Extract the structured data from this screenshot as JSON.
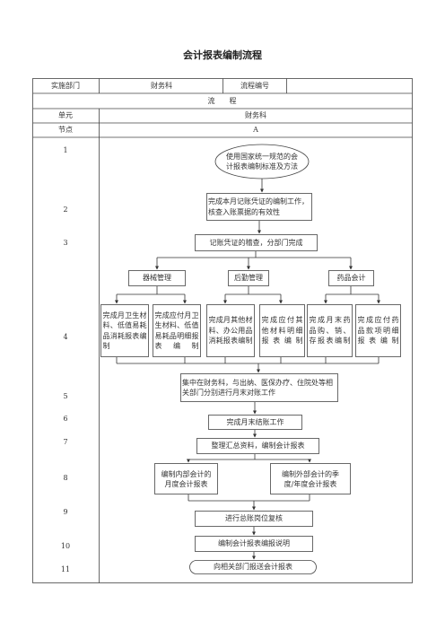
{
  "title": "会计报表编制流程",
  "header": {
    "dept_label": "实施部门",
    "dept_value": "财务科",
    "code_label": "流程编号",
    "code_value": ""
  },
  "flow_label": "流　　程",
  "unit_label": "单元",
  "unit_value": "财务科",
  "node_label": "节点",
  "node_value": "A",
  "steps": [
    "1",
    "2",
    "3",
    "4",
    "5",
    "6",
    "7",
    "8",
    "9",
    "10",
    "11"
  ],
  "flow": {
    "start": "使用国家统一规范的会计报表编制标准及方法",
    "s2": "完成本月记账凭证的编制工作，核查入账票据的有效性",
    "s3": "记账凭证的稽查，分部门完成",
    "dept_equipment": "器械管理",
    "dept_logistics": "后勤管理",
    "dept_pharmacy": "药品会计",
    "b1": "完成月卫生材料、低值易耗品消耗报表编制",
    "b2": "完成应付月卫生材料、低值易耗品明细报表编制",
    "b3": "完成月其他材料、办公用品消耗报表编制",
    "b4": "完成应付其他材料明细报表编制",
    "b5": "完成月末药品购、销、存报表编制",
    "b6": "完成应付药品款项明细报表编制",
    "s5": "集中在财务科，与出纳、医保办疗、住院处等相关部门分别进行月末对账工作",
    "s6": "完成月末结账工作",
    "s7": "整理汇总资料，编制会计报表",
    "s8a": "编制内部会计的月度会计报表",
    "s8b": "编制外部会计的季度/年度会计报表",
    "s9": "进行总账岗位复核",
    "s10": "编制会计报表编报说明",
    "end": "向相关部门报送会计报表"
  }
}
